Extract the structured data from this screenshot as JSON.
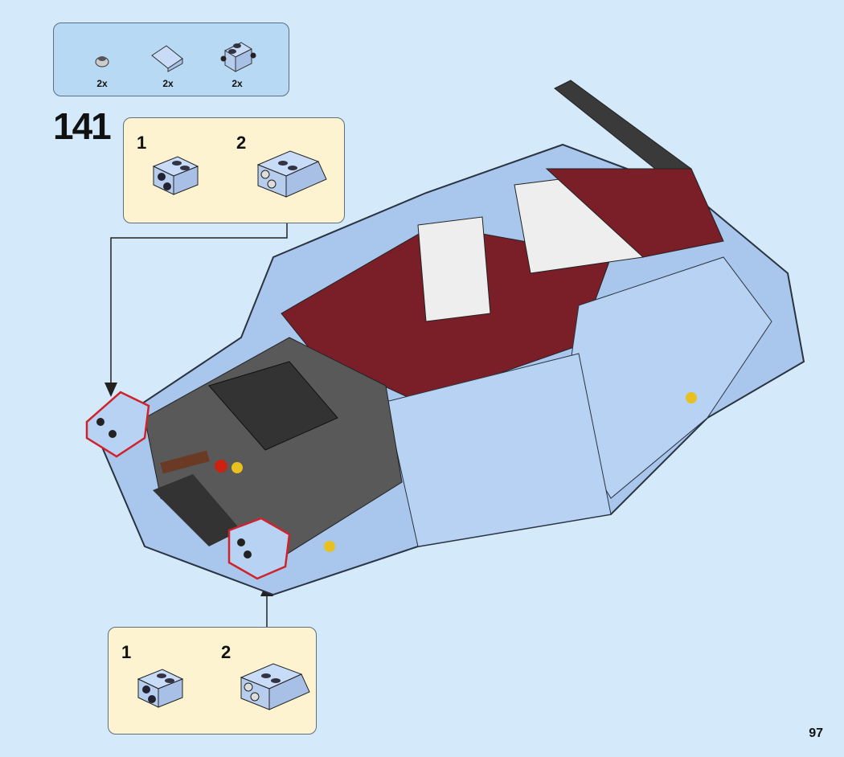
{
  "parts_list": {
    "items": [
      {
        "icon": "round-plate-icon",
        "qty": "2x"
      },
      {
        "icon": "slope-tile-icon",
        "qty": "2x"
      },
      {
        "icon": "brick-with-studs-on-side-icon",
        "qty": "2x"
      }
    ]
  },
  "step_number": "141",
  "callout_top": {
    "sub_steps": [
      {
        "num": "1"
      },
      {
        "num": "2"
      }
    ]
  },
  "callout_bottom": {
    "sub_steps": [
      {
        "num": "1"
      },
      {
        "num": "2"
      }
    ]
  },
  "page_number": "97",
  "colors": {
    "background": "#d4eafa",
    "parts_box": "#b7d9f3",
    "callout": "#fdf3d0",
    "body": "#a9c6ec",
    "interior": "#7a1e28",
    "highlight": "#d0222a"
  }
}
